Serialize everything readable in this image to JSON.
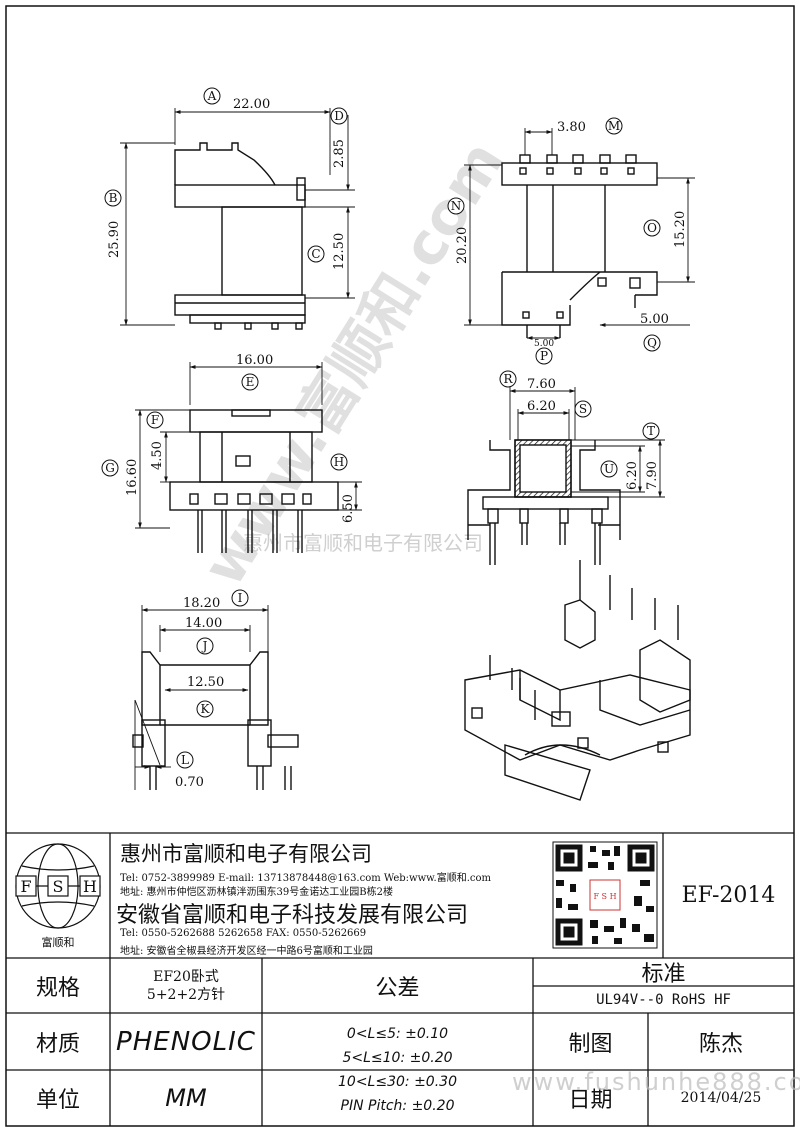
{
  "dims": {
    "a": "22.00",
    "b": "25.90",
    "c": "12.50",
    "d": "2.85",
    "m": "3.80",
    "n": "20.20",
    "o": "15.20",
    "p": "5.00",
    "q": "5.00",
    "e": "16.00",
    "f": "4.50",
    "g": "16.60",
    "h": "6.50",
    "r": "7.60",
    "s": "6.20",
    "t": "6.20",
    "u": "7.90",
    "i": "18.20",
    "j": "14.00",
    "k": "12.50",
    "l": "0.70"
  },
  "markers": {
    "a": "A",
    "b": "B",
    "c": "C",
    "d": "D",
    "e": "E",
    "f": "F",
    "g": "G",
    "h": "H",
    "i": "I",
    "j": "J",
    "k": "K",
    "l": "L",
    "m": "M",
    "n": "N",
    "o": "O",
    "p": "P",
    "q": "Q",
    "r": "R",
    "s": "S",
    "t": "T",
    "u": "U"
  },
  "watermarks": {
    "diagonal": "www.富顺和.com",
    "center": "惠州市富顺和电子有限公司",
    "footer": "www.fushunhe888.com"
  },
  "company": {
    "logo_letters": [
      "F",
      "S",
      "H"
    ],
    "logo_text": "富顺和",
    "name1": "惠州市富顺和电子有限公司",
    "tel1": "Tel: 0752-3899989  E-mail: 13713878448@163.com  Web:www.富顺和.com",
    "addr1": "地址: 惠州市仲恺区沥林镇泮沥围东39号金诺达工业园B栋2楼",
    "name2": "安徽省富顺和电子科技发展有限公司",
    "tel2": "Tel: 0550-5262688  5262658     FAX: 0550-5262669",
    "addr2": "地址: 安徽省全椒县经济开发区经一中路6号富顺和工业园",
    "qr_text": "F S H"
  },
  "part_no": "EF-2014",
  "table": {
    "spec_label": "规格",
    "spec_value_1": "EF20卧式",
    "spec_value_2": "5+2+2方针",
    "tol_label": "公差",
    "std_label": "标准",
    "std_value": "UL94V--0  RoHS HF",
    "mat_label": "材质",
    "mat_value": "PHENOLIC",
    "tol_1": "0<L≤5: ±0.10",
    "tol_2": "5<L≤10: ±0.20",
    "tol_3": "10<L≤30: ±0.30",
    "tol_4": "PIN Pitch: ±0.20",
    "draw_label": "制图",
    "draw_value": "陈杰",
    "unit_label": "单位",
    "unit_value": "MM",
    "date_label": "日期",
    "date_value": "2014/04/25"
  }
}
